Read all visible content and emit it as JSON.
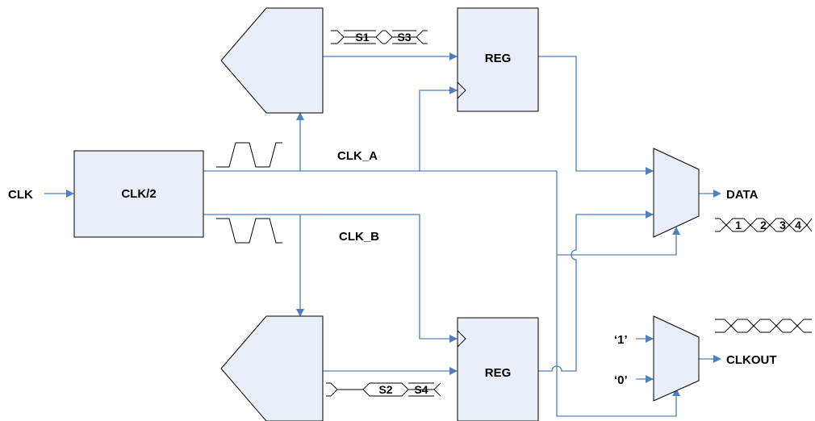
{
  "labels": {
    "clk_in": "CLK",
    "divider": "CLK/2",
    "clk_a": "CLK_A",
    "clk_b": "CLK_B",
    "reg_top": "REG",
    "reg_bottom": "REG",
    "data_out": "DATA",
    "clkout": "CLKOUT",
    "const_one": "‘1’",
    "const_zero": "‘0’"
  },
  "waveforms": {
    "top_seq": [
      "S1",
      "S3"
    ],
    "bottom_seq": [
      "S2",
      "S4"
    ],
    "data_seq": [
      "1",
      "2",
      "3",
      "4"
    ]
  },
  "colors": {
    "block_fill": "#e8eff8",
    "wire": "#4f7fbf"
  }
}
